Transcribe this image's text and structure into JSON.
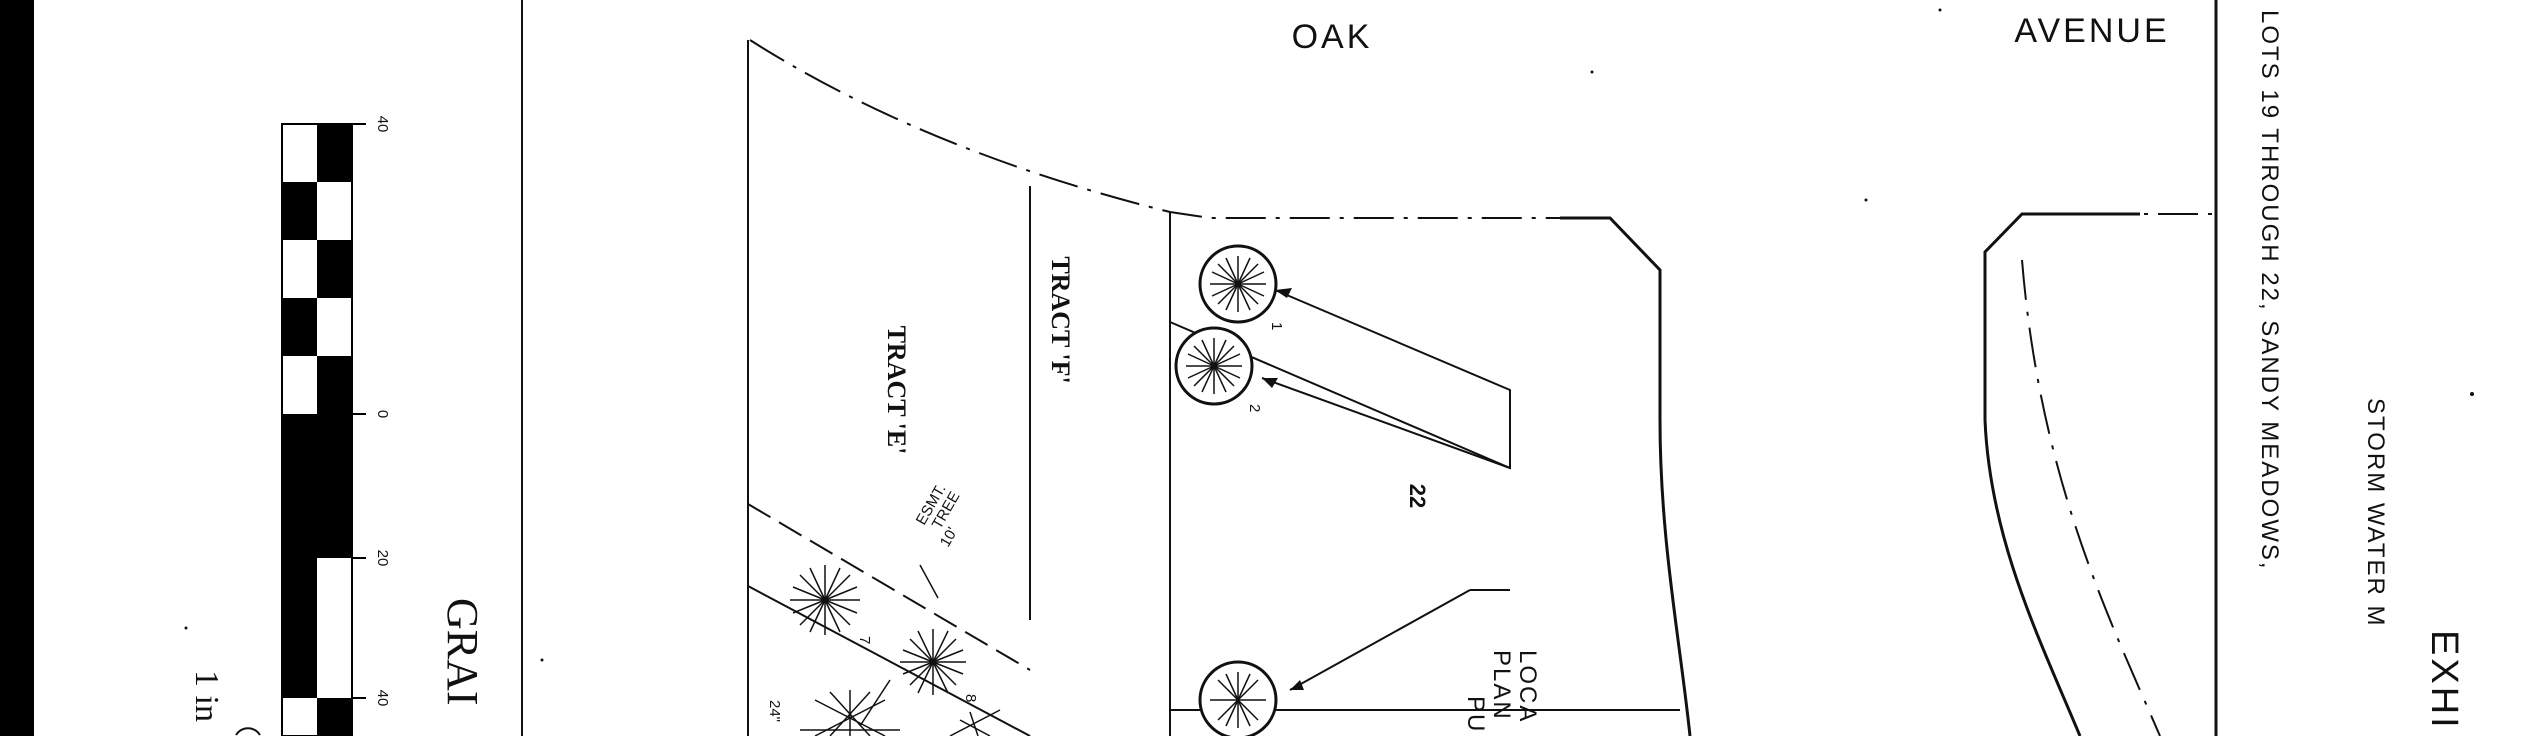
{
  "road": {
    "word1": "OAK",
    "word2": "AVENUE"
  },
  "tracts": {
    "f": "TRACT 'F'",
    "e": "TRACT 'E'"
  },
  "easement": {
    "line1": "10'",
    "line2": "TREE",
    "line3": "ESMT."
  },
  "lot_number": "22",
  "tree_numbers": {
    "t1": "1",
    "t2": "2",
    "t7": "7",
    "t8": "8"
  },
  "diameter_note": "24\"",
  "scale": {
    "tick_40_top": "40",
    "tick_0": "0",
    "tick_20": "20",
    "tick_40_bottom": "40"
  },
  "graphic_scale": {
    "title": "GRAI",
    "unit": "1 in"
  },
  "location_note": {
    "line1": "LOCA",
    "line2": "PLAN",
    "line3": "PU"
  },
  "exhibit": {
    "title": "EXHI",
    "line1": "STORM WATER M",
    "line2": "LOTS 19 THROUGH 22, SANDY MEADOWS,"
  },
  "colors": {
    "ink": "#111111",
    "paper": "#ffffff",
    "scale_fill": "#000000"
  }
}
